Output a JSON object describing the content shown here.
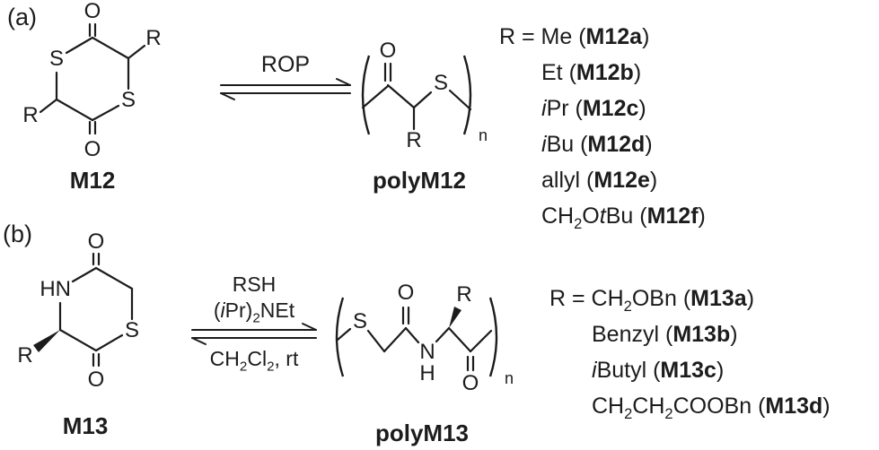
{
  "panel_a": {
    "tag": "(a)",
    "monomer_label": "M12",
    "arrow_label": "ROP",
    "polymer_label": "polyM12",
    "r_prefix": "R = ",
    "r_items": [
      {
        "t1": "Me (",
        "code": "M12a",
        "t2": ")"
      },
      {
        "t1": "Et (",
        "code": "M12b",
        "t2": ")"
      },
      {
        "i1": "i",
        "t1": "Pr (",
        "code": "M12c",
        "t2": ")"
      },
      {
        "i1": "i",
        "t1": "Bu (",
        "code": "M12d",
        "t2": ")"
      },
      {
        "t1": "allyl (",
        "code": "M12e",
        "t2": ")"
      },
      {
        "t0": "CH",
        "sub0": "2",
        "t0b": "O",
        "i1": "t",
        "t1": "Bu (",
        "code": "M12f",
        "t2": ")"
      }
    ]
  },
  "panel_b": {
    "tag": "(b)",
    "monomer_label": "M13",
    "polymer_label": "polyM13",
    "conditions": {
      "above1": "RSH",
      "above2": {
        "t0": "(",
        "i0": "i",
        "t1": "Pr)",
        "sub1": "2",
        "t2": "NEt"
      },
      "below": {
        "t0": "CH",
        "sub0": "2",
        "t1": "Cl",
        "sub1": "2",
        "t2": ", rt"
      }
    },
    "r_prefix": "R = ",
    "r_items": [
      {
        "t0": "CH",
        "sub0": "2",
        "t0b": "OBn (",
        "code": "M13a",
        "t2": ")"
      },
      {
        "t1": "Benzyl (",
        "code": "M13b",
        "t2": ")"
      },
      {
        "i1": "i",
        "t1": "Butyl (",
        "code": "M13c",
        "t2": ")"
      },
      {
        "t0": "CH",
        "sub0": "2",
        "t0b": "CH",
        "sub0b": "2",
        "t0c": "COOBn (",
        "code": "M13d",
        "t2": ")"
      }
    ]
  },
  "symbols": {
    "S": "S",
    "O": "O",
    "R": "R",
    "HN": "HN",
    "N": "N",
    "H": "H",
    "n": "n"
  }
}
